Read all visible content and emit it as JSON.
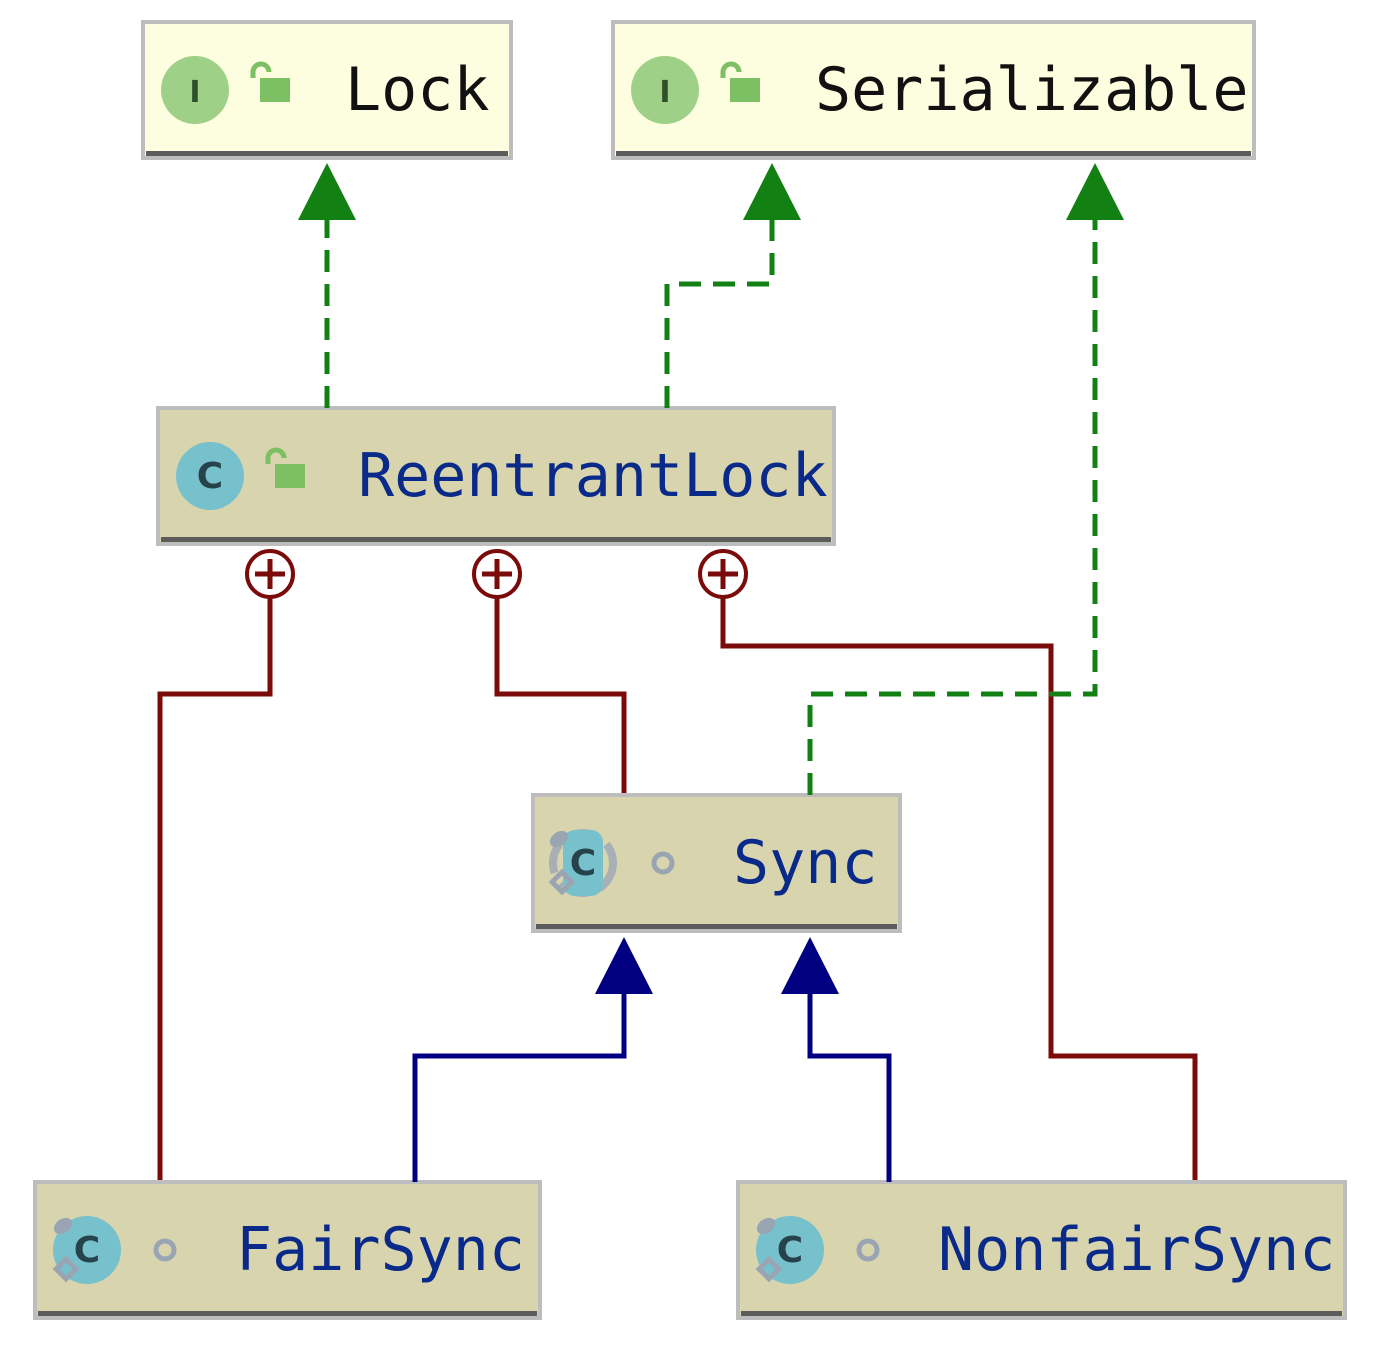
{
  "diagram": {
    "type": "uml-class-hierarchy",
    "colors": {
      "interface_fill": "#fdfde0",
      "class_fill": "#d8d5ae",
      "border": "#bdbdbd",
      "underline": "#5c5c5c",
      "interface_name": "#111111",
      "class_name": "#0a2a8a",
      "implements": "#138013",
      "extends": "#000080",
      "inner": "#7b0a0a",
      "interface_icon": "#9fd088",
      "class_icon": "#77c1cc",
      "lock_icon": "#7dbf63",
      "static_icon": "#9aa5b3"
    },
    "nodes": [
      {
        "id": "Lock",
        "name": "Lock",
        "kind": "interface",
        "icon": "interface-icon",
        "modifier": "public-lock-icon"
      },
      {
        "id": "Serializable",
        "name": "Serializable",
        "kind": "interface",
        "icon": "interface-icon",
        "modifier": "public-lock-icon"
      },
      {
        "id": "ReentrantLock",
        "name": "ReentrantLock",
        "kind": "class",
        "icon": "class-icon",
        "modifier": "public-lock-icon"
      },
      {
        "id": "Sync",
        "name": "Sync",
        "kind": "abstract-static-class",
        "icon": "abstract-static-class-icon",
        "modifier": "package-private-icon"
      },
      {
        "id": "FairSync",
        "name": "FairSync",
        "kind": "static-final-class",
        "icon": "static-final-class-icon",
        "modifier": "package-private-icon"
      },
      {
        "id": "NonfairSync",
        "name": "NonfairSync",
        "kind": "static-final-class",
        "icon": "static-final-class-icon",
        "modifier": "package-private-icon"
      }
    ],
    "edges": [
      {
        "from": "ReentrantLock",
        "to": "Lock",
        "type": "implements"
      },
      {
        "from": "ReentrantLock",
        "to": "Serializable",
        "type": "implements"
      },
      {
        "from": "Sync",
        "to": "Serializable",
        "type": "implements"
      },
      {
        "from": "ReentrantLock",
        "to": "FairSync",
        "type": "inner"
      },
      {
        "from": "ReentrantLock",
        "to": "Sync",
        "type": "inner"
      },
      {
        "from": "ReentrantLock",
        "to": "NonfairSync",
        "type": "inner"
      },
      {
        "from": "FairSync",
        "to": "Sync",
        "type": "extends"
      },
      {
        "from": "NonfairSync",
        "to": "Sync",
        "type": "extends"
      }
    ],
    "icon_letters": {
      "interface": "I",
      "class": "C"
    }
  }
}
